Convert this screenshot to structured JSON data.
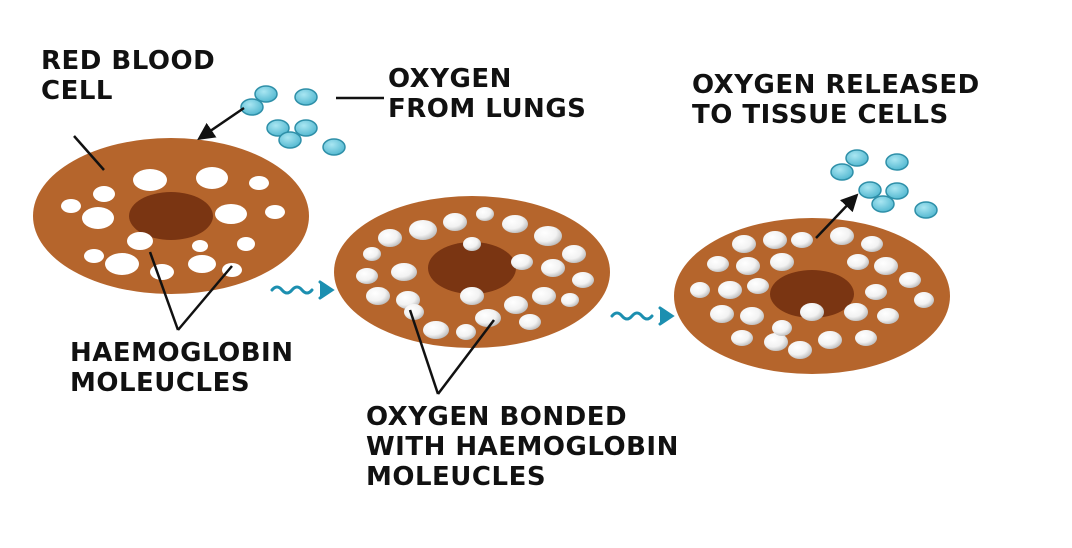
{
  "labels": {
    "red_blood_cell": [
      "RED BLOOD",
      "CELL"
    ],
    "oxygen_from_lungs": [
      "OXYGEN",
      "FROM LUNGS"
    ],
    "oxygen_released": [
      "OXYGEN RELEASED",
      "TO TISSUE CELLS"
    ],
    "haemoglobin": [
      "HAEMOGLOBIN",
      "MOLEUCLES"
    ],
    "oxygen_bonded": [
      "OXYGEN BONDED",
      "WITH HAEMOGLOBIN",
      "MOLEUCLES"
    ]
  },
  "colors": {
    "cell_body": "#B5652C",
    "nucleus": "#7A3512",
    "oxygen_fill": "#5EC1D8",
    "oxygen_stroke": "#2E8FA8",
    "haemoglobin": "#FFFFFF",
    "flow_arrow": "#1C8FB0",
    "line": "#111111"
  },
  "icons": {
    "flow_arrow": "wavy-arrow-icon"
  }
}
